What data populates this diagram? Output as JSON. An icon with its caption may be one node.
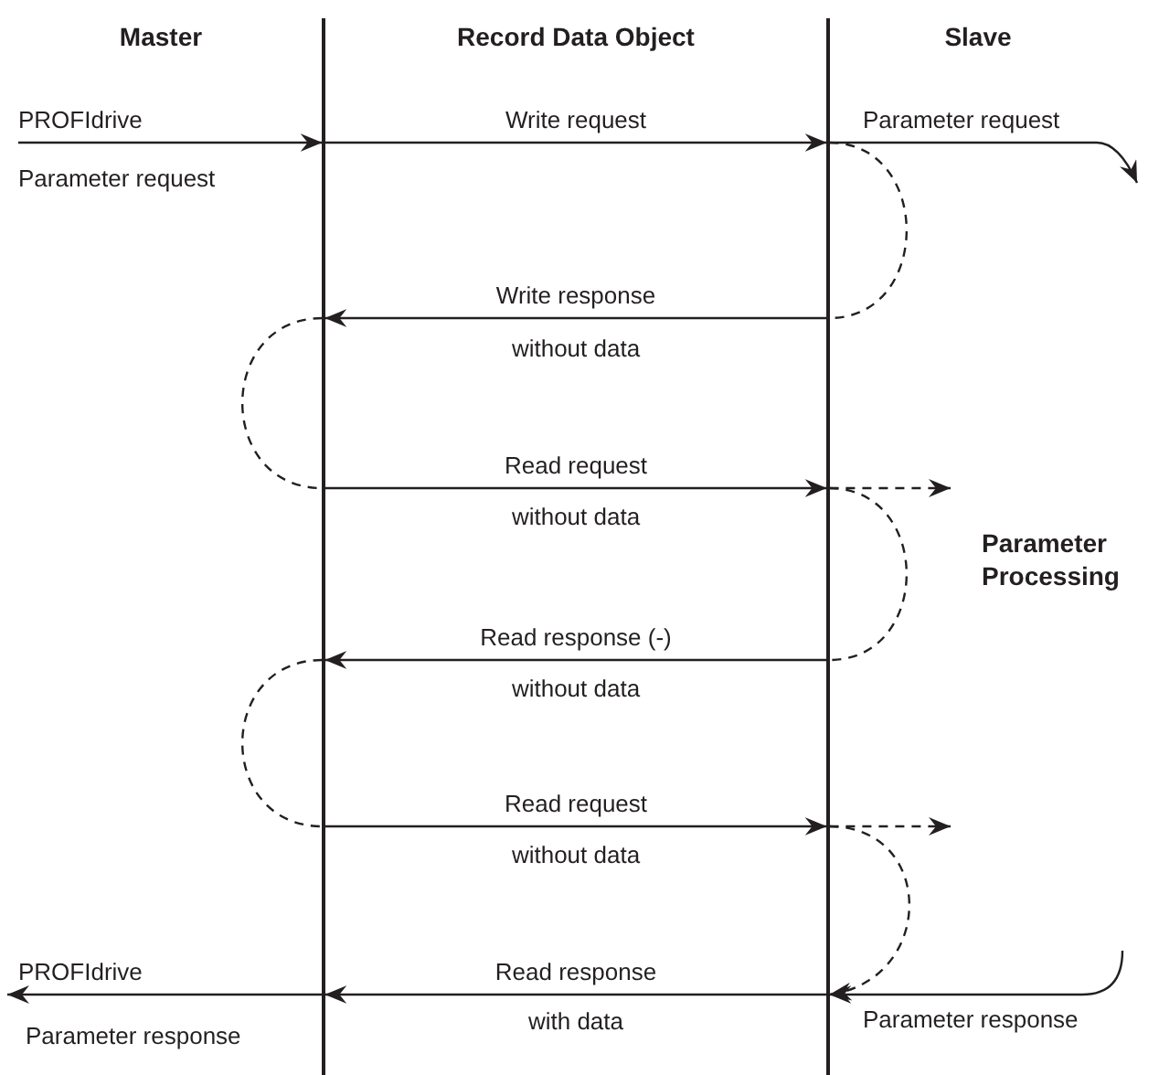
{
  "diagram": {
    "nodes": [
      {
        "text": [
          "Master"
        ]
      },
      {
        "text": [
          "Record Data Object"
        ]
      },
      {
        "text": [
          "Slave"
        ]
      }
    ],
    "edges": [
      {
        "from": null,
        "to": 0,
        "arrow": "to",
        "label": "PROFIdrive"
      },
      {
        "from": 0,
        "to": 2,
        "arrow": "to",
        "label": "Write request"
      },
      {
        "from": 2,
        "to": null,
        "arrow": "to",
        "label": "Parameter request"
      },
      {
        "from": 2,
        "to": 2,
        "arrow": "none",
        "style": "dashed"
      },
      {
        "from": 2,
        "to": 0,
        "arrow": "to",
        "label": "Write response"
      },
      {
        "from": 0,
        "to": 0,
        "arrow": "none",
        "style": "dashed"
      },
      {
        "from": 0,
        "to": 2,
        "arrow": "to",
        "label": "Read request"
      },
      {
        "from": 2,
        "to": null,
        "arrow": "to",
        "style": "dashed"
      },
      {
        "from": 2,
        "to": 2,
        "arrow": "none",
        "style": "dashed"
      },
      {
        "from": 2,
        "to": 0,
        "arrow": "to",
        "label": "Read response (-)"
      },
      {
        "from": 0,
        "to": 0,
        "arrow": "none",
        "style": "dashed"
      },
      {
        "from": 0,
        "to": 2,
        "arrow": "to",
        "label": "Read request"
      },
      {
        "from": 2,
        "to": null,
        "arrow": "to",
        "style": "dashed"
      },
      {
        "from": 2,
        "to": 2,
        "arrow": "to",
        "style": "dashed"
      },
      {
        "from": null,
        "to": 2,
        "arrow": "to",
        "label": "Parameter response"
      },
      {
        "from": 2,
        "to": 0,
        "arrow": "to",
        "label": "Read response"
      },
      {
        "from": 0,
        "to": null,
        "arrow": "to",
        "label": "PROFIdrive"
      }
    ],
    "labels": [
      "Parameter request",
      "without data",
      "without data",
      "Parameter Processing",
      "without data",
      "without data",
      "with data",
      "Parameter response"
    ]
  }
}
